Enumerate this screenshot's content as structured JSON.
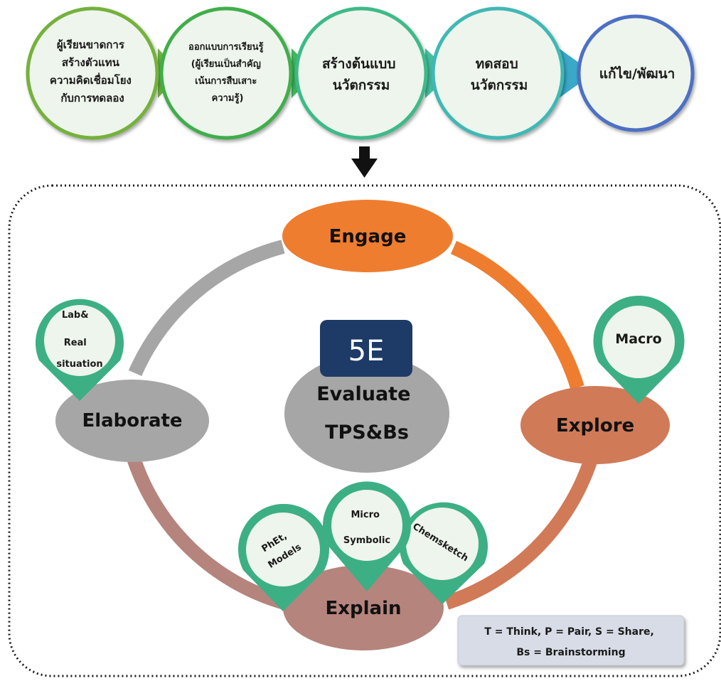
{
  "process": {
    "steps": [
      {
        "lines": [
          "ผู้เรียนขาดการ",
          "สร้างตัวแทน",
          "ความคิดเชื่อมโยง",
          "กับการทดลอง"
        ]
      },
      {
        "lines": [
          "ออกแบบการเรียนรู้",
          "(ผู้เรียนเป็นสำคัญ",
          "เน้นการสืบเสาะ",
          "ความรู้)"
        ]
      },
      {
        "lines": [
          "สร้างต้นแบบ",
          "นวัตกรรม"
        ]
      },
      {
        "lines": [
          "ทดสอบ",
          "นวัตกรรม"
        ]
      },
      {
        "lines": [
          "แก้ไข/พัฒนา"
        ]
      }
    ]
  },
  "cycle": {
    "badge": "5E",
    "center": [
      "Evaluate",
      "TPS&Bs"
    ],
    "phases": {
      "engage": "Engage",
      "explore": "Explore",
      "explain": "Explain",
      "elaborate": "Elaborate"
    },
    "pins": {
      "elaborate": [
        "Lab&",
        "Real",
        "situation"
      ],
      "explore": [
        "Macro"
      ],
      "explain_left": [
        "PhEt,",
        "Models"
      ],
      "explain_mid": [
        "Micro",
        "Symbolic"
      ],
      "explain_right": [
        "Chemsketch"
      ]
    }
  },
  "legend": {
    "line1": "T = Think, P = Pair, S = Share,",
    "line2": "Bs = Brainstorming"
  },
  "colors": {
    "engage": "#ee7d30",
    "explore": "#d07a57",
    "explain": "#b5847d",
    "elaborate": "#a6a6a6",
    "pin": "#3daf85",
    "badge": "#1e3a66"
  }
}
